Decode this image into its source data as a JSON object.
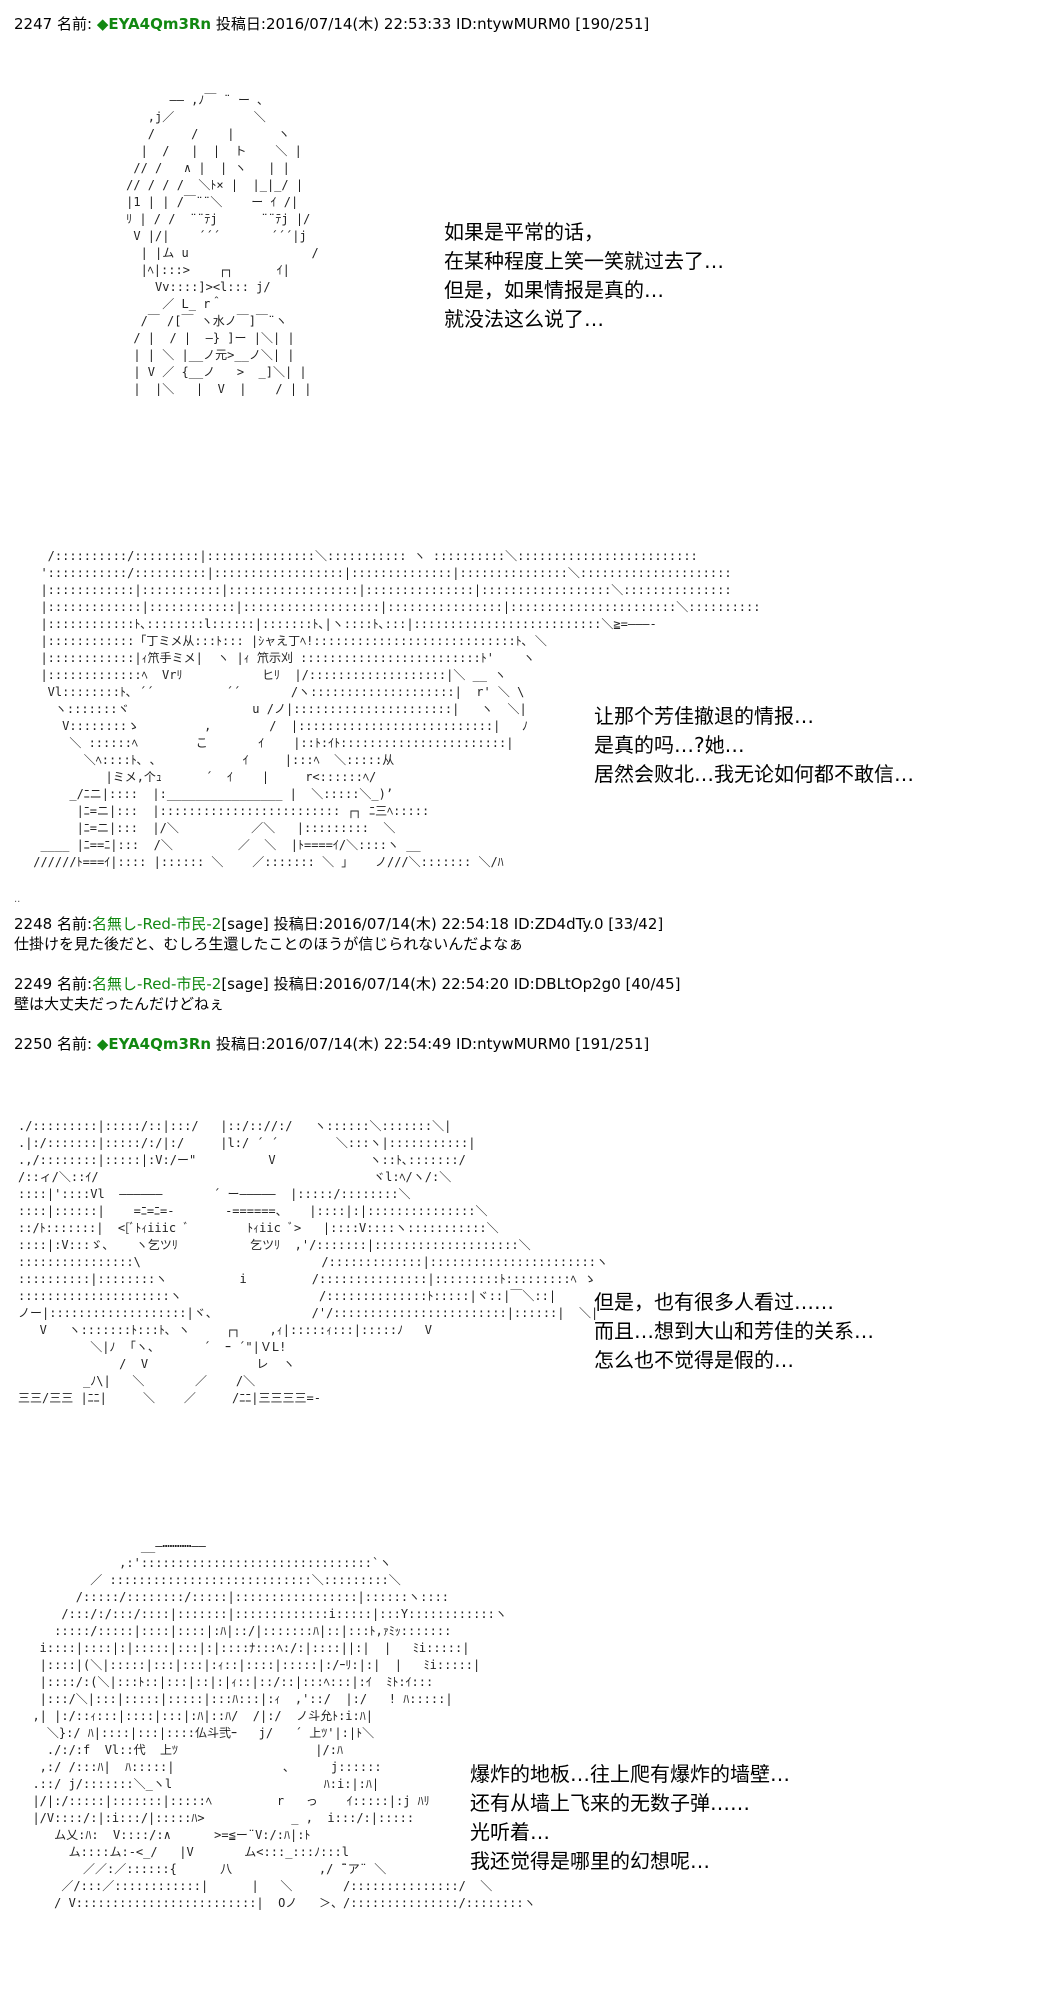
{
  "posts": [
    {
      "header": {
        "number": "2247",
        "name_label": "名前:",
        "trip": "◆EYA4Qm3Rn",
        "mail": "",
        "date_label": "投稿日:",
        "datetime": "2016/07/14(木) 22:53:33",
        "id": "ID:ntywMURM0",
        "count": "[190/251]"
      },
      "panels": [
        {
          "aa": "           ―― ,ﾉ￣ ¨ ー ､\n        ,j／           ＼\n        /     /    |      ヽ\n       |  /   |  |  ト    ＼ |\n      // /   ∧ |  | ヽ   | |\n     // / / /  ＼ﾄ× |  |_|_/ |\n     |1 | | /￣¨¨＼    ー ｲ /|\n     ﾘ | / /  ¨¨ﾃj      ¨¨ﾃj |/\n      V |/|    ´´´       ´´´|j\n       | |ム u                 /\n       |ﾍ|:::>    ┌┐      ｲ|\n         Vv::::]><l::: j/\n          ／ L_ r＾\n       /￣ /[￣ ヽ水ノ￣]￣¨ヽ\n      / |  / |  ―} ]ー |＼| |\n      | | ＼ |__ノ元>__ノ＼| |\n      | V ／ {__ノ   >  _]＼| |\n      |  |＼   |  V  |    / | |",
          "caption": [
            "如果是平常的话，",
            "在某种程度上笑一笑就过去了…",
            "但是，如果情报是真的…",
            "就没法这么说了…"
          ]
        },
        {
          "aa": "   /::::::::::/:::::::::|:::::::::::::::＼::::::::::: ヽ ::::::::::＼:::::::::::::::::::::::::\n  ':::::::::::/::::::::::|::::::::::::::::::|::::::::::::::|:::::::::::::::＼:::::::::::::::::::::\n  |::::::::::::|:::::::::::|::::::::::::::::::|:::::::::::::::|::::::::::::::::::＼:::::::::::::::\n  |:::::::::::::|::::::::::::|:::::::::::::::::::|::::::::::::::::|:::::::::::::::::::::::＼::::::::::\n  |::::::::::::ﾄ､::::::::l::::::|:::::::ﾄ､|ヽ::::ﾄ､:::|::::::::::::::::::::::::::＼≧=―――-\n  |::::::::::::「丁ミメ从:::ﾄ::: |ｼャえ丁ﾍ!::::::::::::::::::::::::::::ﾄ､ ＼\n  |::::::::::::|ｨ笊手ミメ|  ヽ |ｨ 笊示刈 :::::::::::::::::::::::::ﾄ'    ヽ\n  |:::::::::::::ﾍ  Vrﾘ           ヒﾘ  |/:::::::::::::::::::|＼ __ ヽ\n   Vl::::::::ﾄ､ ´´          ´´       /ヽ::::::::::::::::::::|  r' ＼ \\\n    ヽ:::::::ヾ                 u /ノ|::::::::::::::::::::::|   ヽ  ＼|\n     V::::::::ゝ         ,        /  |:::::::::::::::::::::::::::|   ﾉ\n      ＼ ::::::ﾍ        こ       ｲ    |::ﾄ:ｲﾄ:::::::::::::::::::::::|\n        ＼ﾍ::::ﾄ､ ､            ｲ     |:::ﾍ  ＼:::::从\n           |ミメ,个ｭ      ´  ｲ    |     r<::::::ﾍ/\n      _/ﾆニ|::::  |:________________ |  ＼:::::＼_)’\n       |ﾆ=ニ|:::  |::::::::::::::::::::::::: ┌┐ ﾆ三ﾍ:::::\n       |ﾆ=ニ|:::  |/＼          ／＼   |:::::::::  ＼\n  ____ |ﾆ==ﾆ|:::  /＼         ／  ＼  |ﾄ====ｲ/＼::::ヽ __\n //////ﾄ===ｲ|:::: |:::::: ＼    ／::::::: ＼ 」   ノ///＼::::::: ＼/ﾊ",
          "caption": [
            "让那个芳佳撤退的情报…",
            "是真的吗…?她…",
            "居然会败北…我无论如何都不敢信…"
          ]
        }
      ]
    },
    {
      "header": {
        "number": "2248",
        "name_label": "名前:",
        "anon": "名無し-Red-市民-2",
        "mail": "[sage]",
        "date_label": "投稿日:",
        "datetime": "2016/07/14(木) 22:54:18",
        "id": "ID:ZD4dTy.0",
        "count": "[33/42]"
      },
      "body": "仕掛けを見た後だと、むしろ生還したことのほうが信じられないんだよなぁ"
    },
    {
      "header": {
        "number": "2249",
        "name_label": "名前:",
        "anon": "名無し-Red-市民-2",
        "mail": "[sage]",
        "date_label": "投稿日:",
        "datetime": "2016/07/14(木) 22:54:20",
        "id": "ID:DBLtOp2g0",
        "count": "[40/45]"
      },
      "body": "壁は大丈夫だったんだけどねぇ"
    },
    {
      "header": {
        "number": "2250",
        "name_label": "名前:",
        "trip": "◆EYA4Qm3Rn",
        "mail": "",
        "date_label": "投稿日:",
        "datetime": "2016/07/14(木) 22:54:49",
        "id": "ID:ntywMURM0",
        "count": "[191/251]"
      },
      "panels": [
        {
          "aa": "./:::::::::|:::::/::|:::/   |::/:://:/   ヽ::::::＼:::::::＼|\n.|:/:::::::|:::::/:/|:/     |l:/ ´ ´        ＼:::ヽ|:::::::::::|\n.,/::::::::|:::::|:V:/ー\"          V             ヽ::ﾄ､:::::::/\n/::ィ/＼::ｲ/                                      ヾl:ﾍ/ヽ/:＼\n::::|'::::Vl  ――――――       ´ ー―――――  |:::::/::::::::＼\n::::|::::::|    =ﾆ=ﾆ=-       -======、   |::::|:|:::::::::::::::＼\n::/ﾄ:::::::|  <[ﾞﾄｨiiic ﾞ        ﾄｨiic ﾞ>   |::::V::::ヽ:::::::::::＼\n::::|:V:::ゞ、   ヽ乞ツﾘ          乞ツﾘ  ,'/:::::::|::::::::::::::::::::＼\n::::::::::::::::\\                         /:::::::::::::|:::::::::::::::::::::::ヽ\n::::::::::|::::::::ヽ          i         /:::::::::::::::|:::::::::ﾄ:::::::::ﾍ ゝ\n:::::::::::::::::::::ヽ                   /::::::::::::::ﾄ:::::|ヾ::|￣＼::|\nノー|:::::::::::::::::::|ヾ、             /'/::::::::::::::::::::::::|::::::|  ＼|\n   V   ヽ:::::::ﾄ:::ﾄ､ ヽ     ┌┐    ,ｨ|:::::ｨ:::|:::::ﾉ   V\n          ＼|ﾉ  ｢ヽ、      ´  ｰ ´\"|ＶL!\n              /  V               レ  ヽ\n         _ﾉ\\|   ＼       ／    /＼\n三三/三三 |ﾆﾆ|     ＼    ／     /ﾆﾆ|三三三三=-",
          "caption": [
            "但是，也有很多人看过……",
            "而且…想到大山和芳佳的关系…",
            "怎么也不觉得是假的…"
          ]
        },
        {
          "aa": "                 __―┅┅┅┅――\n              ,:'::::::::::::::::::::::::::::::::`ヽ\n          ／ ::::::::::::::::::::::::::::＼:::::::::＼\n        /:::::/::::::::/:::::|:::::::::::::::::|::::::ヽ::::\n      /:::/:/:::/::::|:::::::|:::::::::::::i:::::|:::Y::::::::::::ヽ\n     :::::/:::::|::::|::::|:ﾊ|::/|:::::::ﾊ|::|:::ﾄ,ｧﾐｯ:::::::\n   i::::|::::|:|:::::|:::|:|::::ﾅ:::ﾍ:/:|::::||:|  |   ﾐi:::::|\n   |::::|(＼|:::::|:::|:::|:ｨ::|::::|:::::|:/ｰﾘ:|:|  |   ﾐi:::::|\n   |::::/:(＼|:::ﾄ::|:::|::|:|ｨ::|::/::|:::ﾍ:::|:ｲ  ﾐﾄ:ｲ:::\n   |:::/＼|:::|:::::|:::::|:::ﾊ:::|:ｨ  ,'::/  |:/   ! ﾊ:::::|\n  ,| |:/::ｨ:::|::::|:::|:ﾊ|::ﾊ/  /|:/  ノ斗允ﾄ:i:ﾊ|\n    ＼}:/ ﾊ|::::|:::|::::仏斗弐ｰ   j/   ´ 上ﾂ'|:|ﾄ＼\n    ./:/:f  Vl::代  上ﾂ                   |/:ﾊ\n   ,:/ /:::ﾊ|  ﾊ:::::|               、     j::::::\n  .::/ j/:::::::＼_ヽl                     ﾊ:i:|:ﾊ|\n  |/|:/:::::|:::::::|:::::ﾍ         r   っ    ｲ:::::|:j ﾊﾘ\n  |/V::::/:|:i:::/|:::::ﾊ>            _ ,  i:::/:|:::::\n     ム乂:ﾊ:  V::::/:∧      >=≦ー¨V:/:ﾊ|:ﾄ\n       ム::::ム:-<_/   |V       ム<:::_:::ﾉ:::l\n         ／／:／::::::{      八            ,/ ̄¨ア¨ ＼\n      ／/:::／::::::::::::|      |   ＼       /:::::::::::::::/  ＼\n     / V:::::::::::::::::::::::::|  Oノ   ＞、/:::::::::::::::/::::::::ヽ",
          "caption": [
            "爆炸的地板…往上爬有爆炸的墙壁…",
            "还有从墙上飞来的无数子弹……",
            "光听着…",
            "我还觉得是哪里的幻想呢…"
          ]
        }
      ]
    }
  ]
}
